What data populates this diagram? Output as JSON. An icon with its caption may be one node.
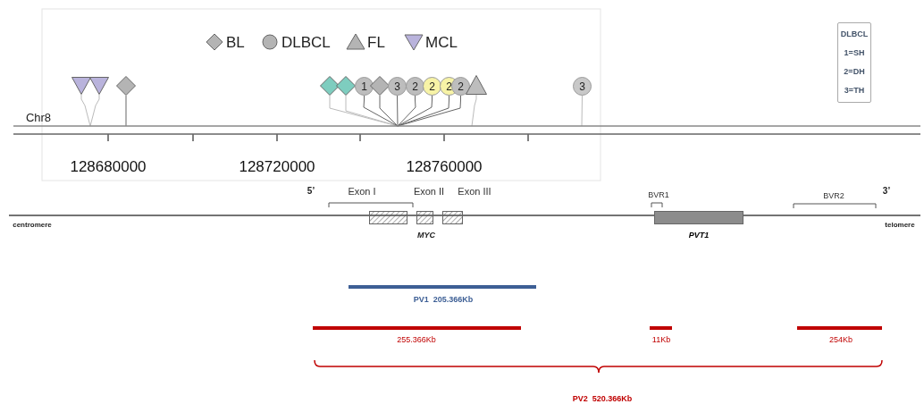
{
  "diagram": {
    "nodes": [
      {
        "text": [],
        "shape": "triangle"
      },
      {
        "text": [],
        "shape": "triangle"
      },
      {
        "text": [],
        "shape": "diamond"
      },
      {
        "text": [],
        "shape": "diamond"
      },
      {
        "text": [],
        "shape": "diamond"
      },
      {
        "text": [
          "1"
        ]
      },
      {
        "text": [],
        "shape": "diamond"
      },
      {
        "text": [
          "3"
        ]
      },
      {
        "text": [
          "2"
        ]
      },
      {
        "text": [
          "2"
        ]
      },
      {
        "text": [
          "2"
        ]
      },
      {
        "text": [
          "2"
        ]
      },
      {
        "text": [],
        "shape": "triangle"
      },
      {
        "text": [
          "3"
        ]
      },
      {
        "text": [
          "DLBCL",
          "1=SH",
          "2=DH",
          "3=TH"
        ]
      },
      {
        "text": [],
        "shape": "box"
      },
      {
        "text": [],
        "shape": "box"
      },
      {
        "text": [],
        "shape": "box"
      },
      {
        "text": [],
        "shape": "box",
        "beside": [
          "PVT1"
        ]
      },
      {
        "text": [],
        "shape": "bar"
      }
    ],
    "edges": [
      {
        "from": 0,
        "to": 19,
        "arrow": "none"
      },
      {
        "from": 1,
        "to": 19,
        "arrow": "none"
      },
      {
        "from": 2,
        "to": 19,
        "arrow": "none"
      },
      {
        "from": 3,
        "to": 19,
        "arrow": "none"
      },
      {
        "from": 4,
        "to": 19,
        "arrow": "none"
      },
      {
        "from": 5,
        "to": 19,
        "arrow": "none"
      },
      {
        "from": 6,
        "to": 19,
        "arrow": "none"
      },
      {
        "from": 7,
        "to": 19,
        "arrow": "none"
      },
      {
        "from": 8,
        "to": 19,
        "arrow": "none"
      },
      {
        "from": 9,
        "to": 19,
        "arrow": "none"
      },
      {
        "from": 10,
        "to": 19,
        "arrow": "none"
      },
      {
        "from": 11,
        "to": 19,
        "arrow": "none"
      },
      {
        "from": 12,
        "to": 19,
        "arrow": "none"
      },
      {
        "from": 13,
        "to": 19,
        "arrow": "none"
      }
    ],
    "labels": [
      "Chr8",
      "128680000",
      "128720000",
      "128760000",
      "5’",
      "Exon I",
      "Exon II",
      "Exon III",
      "BVR1",
      "BVR2",
      "3’",
      "centromere",
      "telomere",
      "MYC",
      "PV1  205.366Kb",
      "255.366Kb",
      "11Kb",
      "254Kb",
      "PV2  520.366Kb"
    ],
    "legend": [
      {
        "text": "BL"
      },
      {
        "text": "DLBCL"
      },
      {
        "text": "FL"
      },
      {
        "text": "MCL"
      }
    ]
  }
}
